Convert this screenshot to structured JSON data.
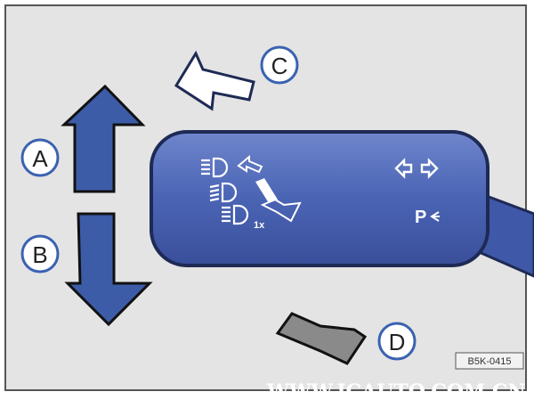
{
  "labels": {
    "a": "A",
    "b": "B",
    "c": "C",
    "d": "D"
  },
  "lever_symbols": {
    "flash_count": "1x",
    "parking_light": "P"
  },
  "figure_code": "B5K-0415",
  "watermark": "WWW.ICAUTO.COM.CN",
  "colors": {
    "background": "#e4e4e4",
    "lever": "#4a64b4",
    "arrow_blue": "#3d5ca8",
    "arrow_c": "#ffffff",
    "arrow_d": "#8a8a8a",
    "circle_stroke": "#3a62b0"
  }
}
